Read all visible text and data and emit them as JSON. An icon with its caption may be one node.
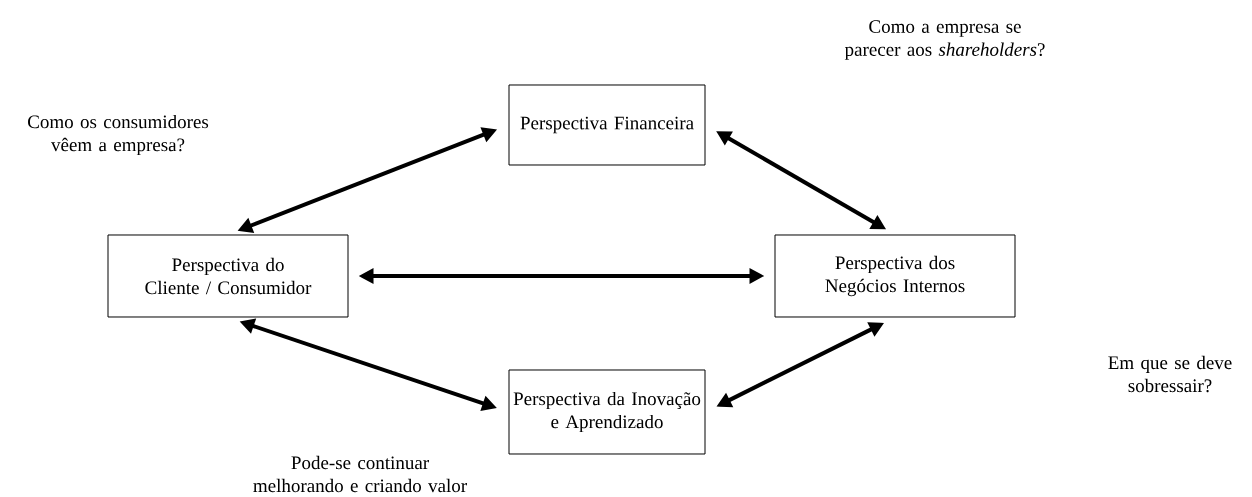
{
  "diagram": {
    "nodes": [
      {
        "text": [
          "Perspectiva Financeira"
        ]
      },
      {
        "text": [
          "Perspectiva do Cliente / Consumidor"
        ]
      },
      {
        "text": [
          "Perspectiva dos Negócios Internos"
        ]
      },
      {
        "text": [
          "Perspectiva da Inovação e Aprendizado"
        ]
      }
    ],
    "edges": [
      {
        "from": 1,
        "to": 0,
        "arrow": "both"
      },
      {
        "from": 0,
        "to": 2,
        "arrow": "both"
      },
      {
        "from": 1,
        "to": 2,
        "arrow": "both"
      },
      {
        "from": 1,
        "to": 3,
        "arrow": "both"
      },
      {
        "from": 3,
        "to": 2,
        "arrow": "both"
      }
    ],
    "labels": [
      "Como a empresa se parecer aos *shareholders*?",
      "Como os consumidores vêem a empresa?",
      "Em que se deve sobressair?",
      "Pode-se continuar melhorando e criando valor"
    ]
  }
}
